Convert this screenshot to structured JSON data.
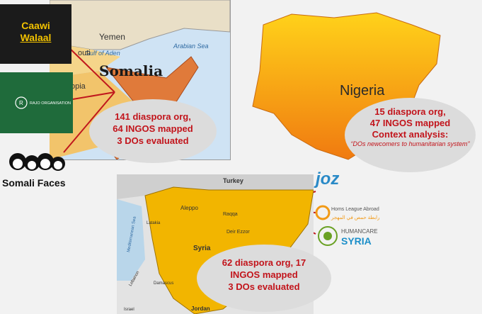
{
  "title": "",
  "somalia": {
    "logos": {
      "caawi_line1": "Caawi",
      "caawi_line2": "Walaal",
      "rajo": "RAJO ORGANISATION",
      "faces": "Somali Faces"
    },
    "map_labels": {
      "country": "Somalia",
      "yemen": "Yemen",
      "gulf": "Gulf of Aden",
      "arabian_sea": "Arabian Sea",
      "djibouti_fragment": "outi",
      "ethiopia_fragment": "opia"
    },
    "bubble": [
      "141 diaspora org,",
      "64 INGOS mapped",
      "3 DOs evaluated"
    ]
  },
  "nigeria": {
    "map_label": "Nigeria",
    "bubble": [
      "15 diaspora org,",
      "47 INGOS mapped",
      "Context analysis:"
    ],
    "note": "“DOs newcomers to humanitarian system”"
  },
  "syria": {
    "map_labels": {
      "country": "Syria",
      "turkey": "Turkey",
      "aleppo": "Aleppo",
      "raqqa": "Raqqa",
      "deir_ezzor": "Deir Ezzor",
      "lebanon": "Lebanon",
      "jordan": "Jordan",
      "israel": "Israel",
      "damascus": "Damascus",
      "mediterranean": "Mediterranean Sea",
      "latakia": "Latakia"
    },
    "bubble": [
      "62 diaspora org, 17",
      "INGOS mapped",
      "3 DOs evaluated"
    ],
    "logos": {
      "joz": "joz",
      "homs_en": "Homs League Abroad",
      "homs_ar": "رابطة حمص في المهجر",
      "humancare_1": "HUMANCARE",
      "humancare_2": "SYRIA"
    }
  },
  "colors": {
    "bubble_text": "#c2141b",
    "map_fill": "#f2b500",
    "arrow": "#c0171d"
  }
}
